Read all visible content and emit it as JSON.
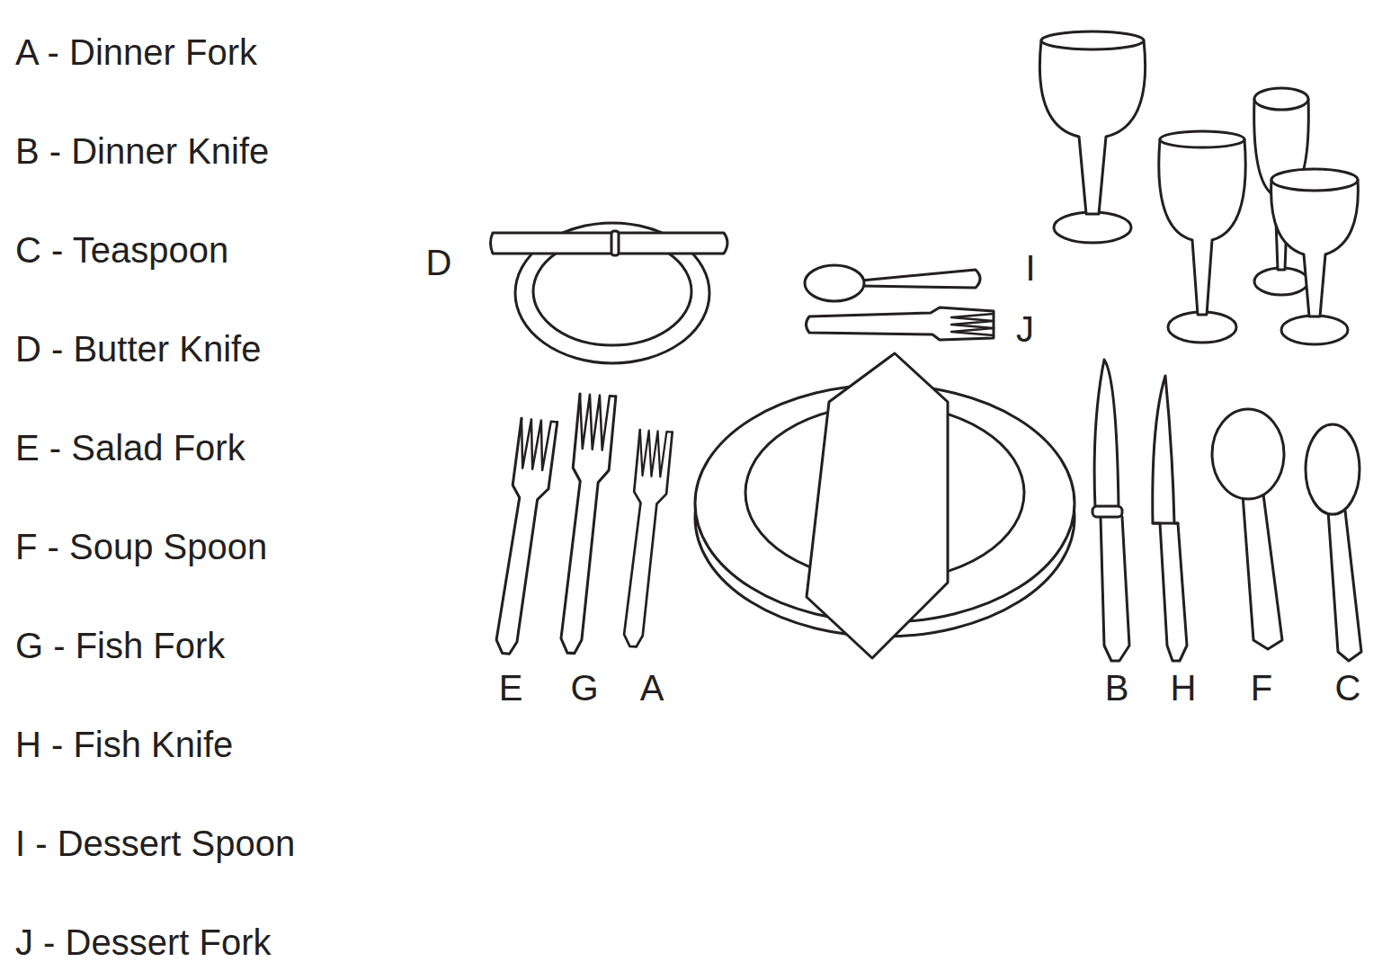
{
  "diagram": {
    "labels": [
      "A - Dinner Fork",
      "B - Dinner Knife",
      "C - Teaspoon",
      "D - Butter Knife",
      "E - Salad Fork",
      "F - Soup Spoon",
      "G - Fish Fork",
      "H - Fish Knife",
      "I - Dessert Spoon",
      "J - Dessert Fork",
      "D",
      "I",
      "J",
      "E",
      "G",
      "A",
      "B",
      "H",
      "F",
      "C"
    ]
  }
}
